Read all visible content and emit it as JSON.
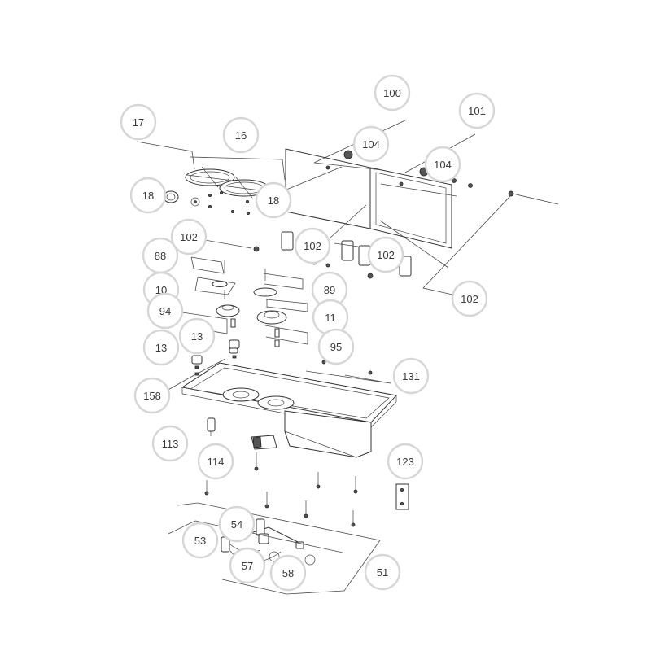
{
  "callouts": [
    {
      "id": "c100",
      "label": "100"
    },
    {
      "id": "c101",
      "label": "101"
    },
    {
      "id": "c17",
      "label": "17"
    },
    {
      "id": "c16",
      "label": "16"
    },
    {
      "id": "c104a",
      "label": "104"
    },
    {
      "id": "c104b",
      "label": "104"
    },
    {
      "id": "c18a",
      "label": "18"
    },
    {
      "id": "c18b",
      "label": "18"
    },
    {
      "id": "c102a",
      "label": "102"
    },
    {
      "id": "c102b",
      "label": "102"
    },
    {
      "id": "c102c",
      "label": "102"
    },
    {
      "id": "c102d",
      "label": "102"
    },
    {
      "id": "c88",
      "label": "88"
    },
    {
      "id": "c89",
      "label": "89"
    },
    {
      "id": "c10",
      "label": "10"
    },
    {
      "id": "c94",
      "label": "94"
    },
    {
      "id": "c11",
      "label": "11"
    },
    {
      "id": "c13a",
      "label": "13"
    },
    {
      "id": "c13b",
      "label": "13"
    },
    {
      "id": "c95",
      "label": "95"
    },
    {
      "id": "c131",
      "label": "131"
    },
    {
      "id": "c158",
      "label": "158"
    },
    {
      "id": "c113",
      "label": "113"
    },
    {
      "id": "c114",
      "label": "114"
    },
    {
      "id": "c123",
      "label": "123"
    },
    {
      "id": "c54",
      "label": "54"
    },
    {
      "id": "c53",
      "label": "53"
    },
    {
      "id": "c57",
      "label": "57"
    },
    {
      "id": "c58",
      "label": "58"
    },
    {
      "id": "c51",
      "label": "51"
    }
  ]
}
